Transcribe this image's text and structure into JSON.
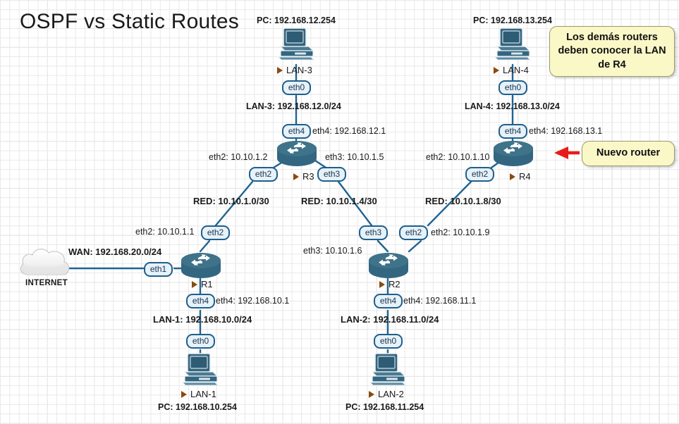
{
  "title": "OSPF vs Static Routes",
  "colors": {
    "device": "#336680",
    "link": "#1f6392",
    "pill_border": "#1f5f8b",
    "pill_fill": "#e6f1f8",
    "callout_fill": "#fbf8c8",
    "callout_border": "#9a9a6a",
    "arrow_red": "#e81b1b",
    "triangle": "#8a4b10",
    "text": "#1a1a1a",
    "grid": "#e9e9e9"
  },
  "callouts": [
    {
      "id": "lan-r4-note",
      "text": "Los demás routers deben conocer la LAN de R4"
    },
    {
      "id": "new-router-note",
      "text": "Nuevo router"
    }
  ],
  "cloud": {
    "label": "INTERNET"
  },
  "wan": {
    "label": "WAN: 192.168.20.0/24"
  },
  "devices": [
    {
      "id": "pc-lan3",
      "type": "pc",
      "name": "LAN-3",
      "ip_label": "PC: 192.168.12.254",
      "port": "eth0"
    },
    {
      "id": "pc-lan4",
      "type": "pc",
      "name": "LAN-4",
      "ip_label": "PC: 192.168.13.254",
      "port": "eth0"
    },
    {
      "id": "pc-lan1",
      "type": "pc",
      "name": "LAN-1",
      "ip_label": "PC: 192.168.10.254",
      "port": "eth0"
    },
    {
      "id": "pc-lan2",
      "type": "pc",
      "name": "LAN-2",
      "ip_label": "PC: 192.168.11.254",
      "port": "eth0"
    },
    {
      "id": "router-r1",
      "type": "router",
      "name": "R1"
    },
    {
      "id": "router-r2",
      "type": "router",
      "name": "R2"
    },
    {
      "id": "router-r3",
      "type": "router",
      "name": "R3"
    },
    {
      "id": "router-r4",
      "type": "router",
      "name": "R4"
    }
  ],
  "networks": [
    {
      "id": "lan3",
      "label": "LAN-3: 192.168.12.0/24"
    },
    {
      "id": "lan4",
      "label": "LAN-4: 192.168.13.0/24"
    },
    {
      "id": "lan1",
      "label": "LAN-1: 192.168.10.0/24"
    },
    {
      "id": "lan2",
      "label": "LAN-2: 192.168.11.0/24"
    },
    {
      "id": "red1",
      "label": "RED: 10.10.1.0/30"
    },
    {
      "id": "red2",
      "label": "RED: 10.10.1.4/30"
    },
    {
      "id": "red3",
      "label": "RED: 10.10.1.8/30"
    }
  ],
  "interfaces": {
    "r3_eth4": {
      "pill": "eth4",
      "addr": "eth4: 192.168.12.1"
    },
    "r3_eth2": {
      "pill": "eth2",
      "addr": "eth2: 10.10.1.2"
    },
    "r3_eth3": {
      "pill": "eth3",
      "addr": "eth3: 10.10.1.5"
    },
    "r4_eth4": {
      "pill": "eth4",
      "addr": "eth4: 192.168.13.1"
    },
    "r4_eth2": {
      "pill": "eth2",
      "addr": "eth2: 10.10.1.10"
    },
    "r1_eth1": {
      "pill": "eth1",
      "addr": ""
    },
    "r1_eth2": {
      "pill": "eth2",
      "addr": "eth2: 10.10.1.1"
    },
    "r1_eth4": {
      "pill": "eth4",
      "addr": "eth4: 192.168.10.1"
    },
    "r2_eth3": {
      "pill": "eth3",
      "addr": "eth3: 10.10.1.6"
    },
    "r2_eth2": {
      "pill": "eth2",
      "addr": "eth2: 10.10.1.9"
    },
    "r2_eth4": {
      "pill": "eth4",
      "addr": "eth4: 192.168.11.1"
    },
    "pc3_eth0": {
      "pill": "eth0"
    },
    "pc4_eth0": {
      "pill": "eth0"
    },
    "pc1_eth0": {
      "pill": "eth0"
    },
    "pc2_eth0": {
      "pill": "eth0"
    }
  }
}
